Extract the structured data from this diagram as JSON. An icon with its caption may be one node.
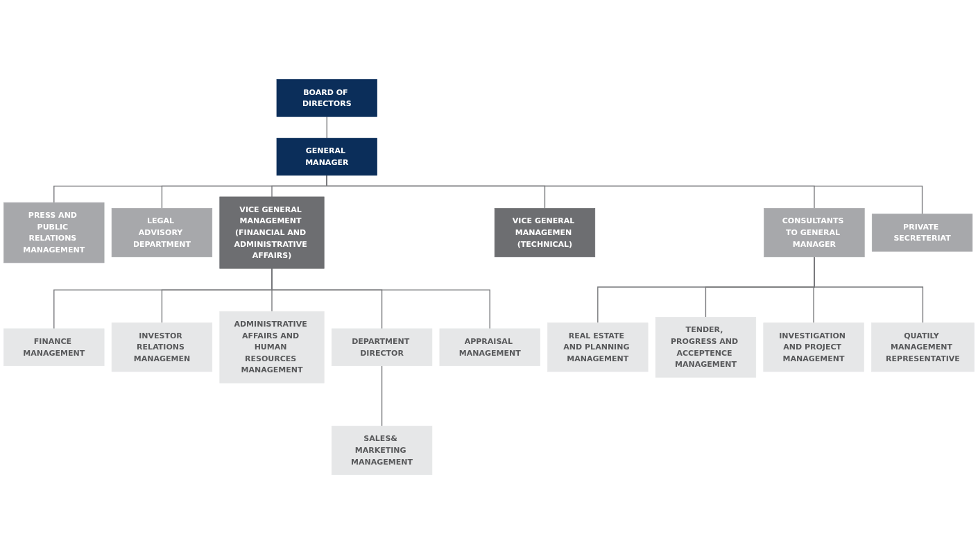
{
  "diagram": {
    "nodes": [
      {
        "text": [
          "BOARD OF DIRECTORS"
        ]
      },
      {
        "text": [
          "GENERAL MANAGER"
        ]
      },
      {
        "text": [
          "PRESS AND PUBLIC RELATIONS MANAGEMENT"
        ]
      },
      {
        "text": [
          "LEGAL ADVISORY DEPARTMENT"
        ]
      },
      {
        "text": [
          "VICE GENERAL MANAGEMENT (FINANCIAL AND ADMINISTRATIVE AFFAIRS)"
        ]
      },
      {
        "text": [
          "VICE GENERAL MANAGEMEN (TECHNICAL)"
        ]
      },
      {
        "text": [
          "CONSULTANTS TO GENERAL MANAGER"
        ]
      },
      {
        "text": [
          "PRIVATE SECRETERIAT"
        ]
      },
      {
        "text": [
          "FINANCE MANAGEMENT"
        ]
      },
      {
        "text": [
          "INVESTOR RELATIONS MANAGEMEN"
        ]
      },
      {
        "text": [
          "ADMINISTRATIVE AFFAIRS AND HUMAN RESOURCES MANAGEMENT"
        ]
      },
      {
        "text": [
          "DEPARTMENT DIRECTOR"
        ]
      },
      {
        "text": [
          "APPRAISAL MANAGEMENT"
        ]
      },
      {
        "text": [
          "SALES& MARKETING MANAGEMENT"
        ]
      },
      {
        "text": [
          "REAL ESTATE AND PLANNING MANAGEMENT"
        ]
      },
      {
        "text": [
          "TENDER, PROGRESS AND ACCEPTENCE MANAGEMENT"
        ]
      },
      {
        "text": [
          "INVESTIGATION AND PROJECT MANAGEMENT"
        ]
      },
      {
        "text": [
          "QUATILY MANAGEMENT REPRESENTATIVE"
        ]
      }
    ],
    "edges": [
      {
        "from": 0,
        "to": 1,
        "arrow": "none"
      },
      {
        "from": 1,
        "to": 2,
        "arrow": "none"
      },
      {
        "from": 1,
        "to": 3,
        "arrow": "none"
      },
      {
        "from": 1,
        "to": 4,
        "arrow": "none"
      },
      {
        "from": 1,
        "to": 5,
        "arrow": "none"
      },
      {
        "from": 1,
        "to": 6,
        "arrow": "none"
      },
      {
        "from": 1,
        "to": 7,
        "arrow": "none"
      },
      {
        "from": 4,
        "to": 8,
        "arrow": "none"
      },
      {
        "from": 4,
        "to": 9,
        "arrow": "none"
      },
      {
        "from": 4,
        "to": 10,
        "arrow": "none"
      },
      {
        "from": 4,
        "to": 11,
        "arrow": "none"
      },
      {
        "from": 4,
        "to": 12,
        "arrow": "none"
      },
      {
        "from": 11,
        "to": 13,
        "arrow": "none"
      },
      {
        "from": 6,
        "to": 14,
        "arrow": "none"
      },
      {
        "from": 6,
        "to": 15,
        "arrow": "none"
      },
      {
        "from": 6,
        "to": 16,
        "arrow": "none"
      },
      {
        "from": 6,
        "to": 17,
        "arrow": "none"
      }
    ]
  }
}
